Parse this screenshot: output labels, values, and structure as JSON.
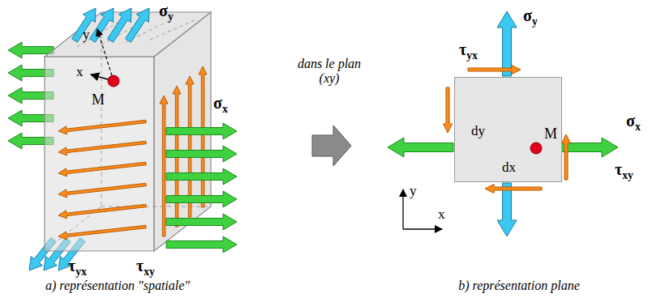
{
  "diagram": {
    "nodes": [
      {
        "text": [
          "y",
          "x",
          "M"
        ]
      },
      {
        "text": [
          "dy",
          "M",
          "dx"
        ]
      }
    ],
    "labels": [
      "σy",
      "σx",
      "τyx",
      "τxy",
      "dans le plan (xy)",
      "σy",
      "τyx",
      "σx",
      "τxy",
      "y",
      "x",
      "a) représentation \"spatiale\"",
      "b) représentation plane"
    ]
  }
}
